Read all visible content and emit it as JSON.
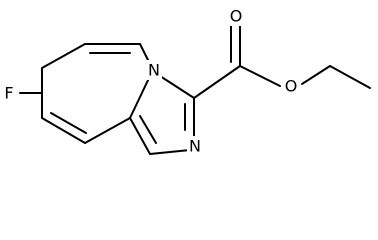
{
  "molecule": {
    "atoms": {
      "fluorine": "F",
      "ring_nitrogen": "N",
      "imidazole_nitrogen": "N",
      "carbonyl_oxygen": "O",
      "ester_oxygen": "O"
    },
    "bond_color": "#000000",
    "label_color": "#000000",
    "background": "#ffffff"
  }
}
